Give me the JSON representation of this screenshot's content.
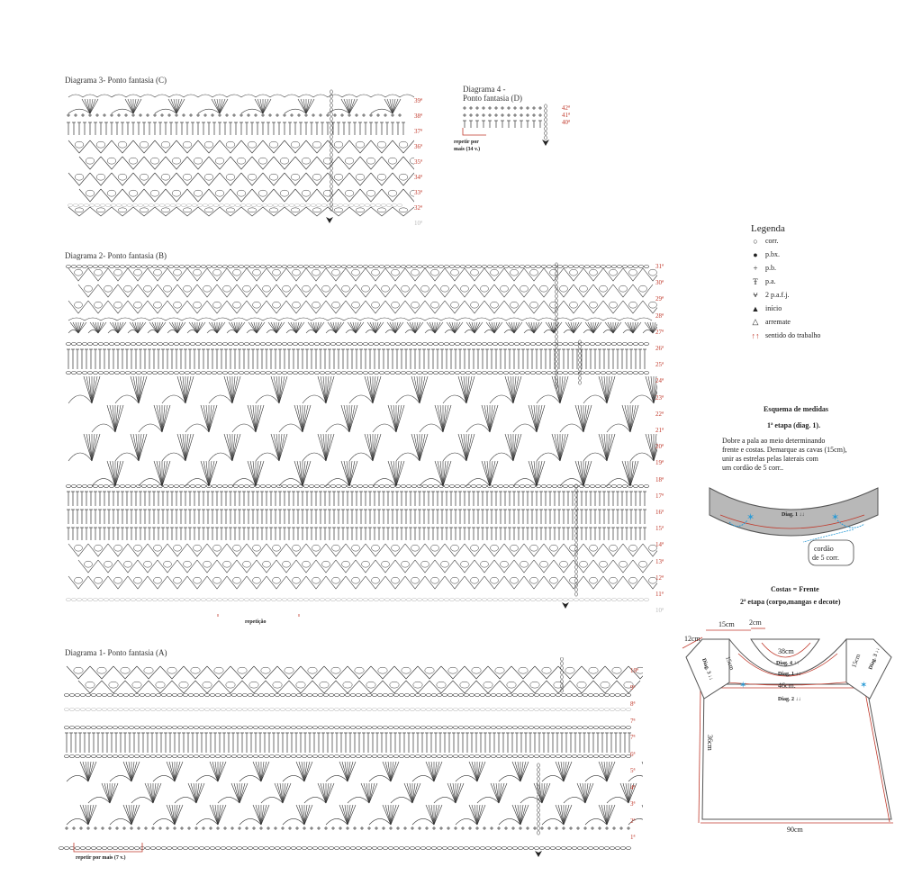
{
  "diagrams": {
    "d3": {
      "title": "Diagrama 3- Ponto fantasia (C)",
      "rows": [
        "39ª",
        "38ª",
        "37ª",
        "36ª",
        "35ª",
        "34ª",
        "33ª",
        "32ª"
      ],
      "faded_row": "10ª"
    },
    "d4": {
      "title_line1": "Diagrama 4 -",
      "title_line2": "Ponto fantasia (D)",
      "rows": [
        "42ª",
        "41ª",
        "40ª"
      ],
      "repeat_line1": "repetir por",
      "repeat_line2": "mais (34 v.)"
    },
    "d2": {
      "title": "Diagrama 2- Ponto fantasia (B)",
      "rows": [
        "31ª",
        "30ª",
        "29ª",
        "28ª",
        "27ª",
        "26ª",
        "25ª",
        "24ª",
        "23ª",
        "22ª",
        "21ª",
        "20ª",
        "19ª",
        "18ª",
        "17ª",
        "16ª",
        "15ª",
        "14ª",
        "13ª",
        "12ª",
        "11ª"
      ],
      "faded_row": "10ª",
      "repeat": "repetição"
    },
    "d1": {
      "title": "Diagrama 1- Ponto fantasia (A)",
      "rows": [
        "10ª",
        "9ª",
        "8ª",
        "7ª",
        "7ª",
        "6ª",
        "5ª",
        "4ª",
        "3ª",
        "2ª",
        "1ª"
      ],
      "repeat": "repetir por mais (7 v.)"
    }
  },
  "legend": {
    "title": "Legenda",
    "items": [
      {
        "sym": "○",
        "label": "corr."
      },
      {
        "sym": "●",
        "label": "p.bx."
      },
      {
        "sym": "+",
        "label": "p.b."
      },
      {
        "sym": "Ŧ",
        "label": "p.a."
      },
      {
        "sym": "⩝",
        "label": "2 p.a.f.j."
      },
      {
        "sym": "▲",
        "label": "início"
      },
      {
        "sym": "△",
        "label": "arremate"
      },
      {
        "sym": "↑↑",
        "label": "sentido do trabalho"
      }
    ]
  },
  "schema": {
    "title": "Esquema de medidas",
    "step1": "1ª etapa (diag. 1).",
    "text": [
      "Dobre a pala ao meio determinando",
      "frente e costas.  Demarque as cavas (15cm),",
      "unir as estrelas pelas laterais com",
      "um cordão de 5 corr.."
    ],
    "band_label": "Diag. 1 ↓↓",
    "cord_line1": "cordão",
    "cord_line2": "de 5 corr.",
    "back_front": "Costas = Frente",
    "step2": "2ª etapa (corpo,mangas e decote)",
    "m12": "12cm",
    "m15a": "15cm",
    "m2": "2cm",
    "m15b": "15cm",
    "m15c": "15cm",
    "m38": "38cm",
    "m46": "46cm.",
    "m36": "36cm",
    "m90": "90cm",
    "d4lbl": "Diag. 4 ↑↑",
    "d1lbl": "Diag. 1 ↓↓",
    "d2lbl": "Diag. 2 ↓↓",
    "d3lbl": "Diag. 3 ↓↓"
  }
}
